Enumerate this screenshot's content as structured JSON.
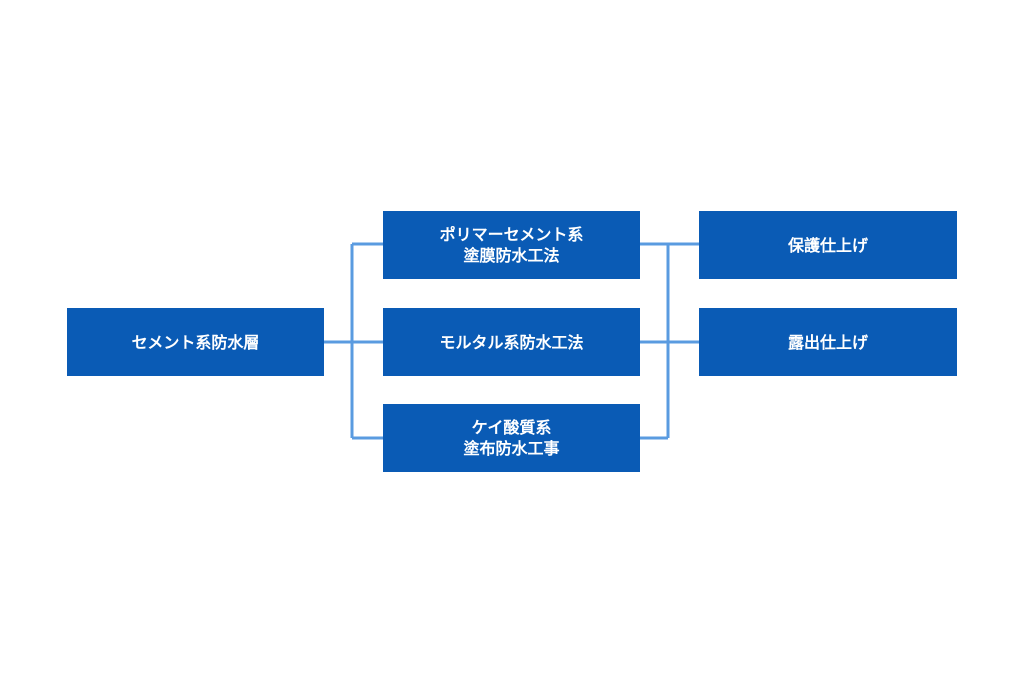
{
  "colors": {
    "box_fill": "#0a5bb5",
    "box_text": "#ffffff",
    "connector": "#5a9be0",
    "background": "#ffffff"
  },
  "diagram": {
    "root": {
      "label": "セメント系防水層"
    },
    "methods": [
      {
        "line1": "ポリマーセメント系",
        "line2": "塗膜防水工法"
      },
      {
        "line1": "モルタル系防水工法",
        "line2": ""
      },
      {
        "line1": "ケイ酸質系",
        "line2": "塗布防水工事"
      }
    ],
    "finishes": [
      {
        "label": "保護仕上げ"
      },
      {
        "label": "露出仕上げ"
      }
    ]
  }
}
